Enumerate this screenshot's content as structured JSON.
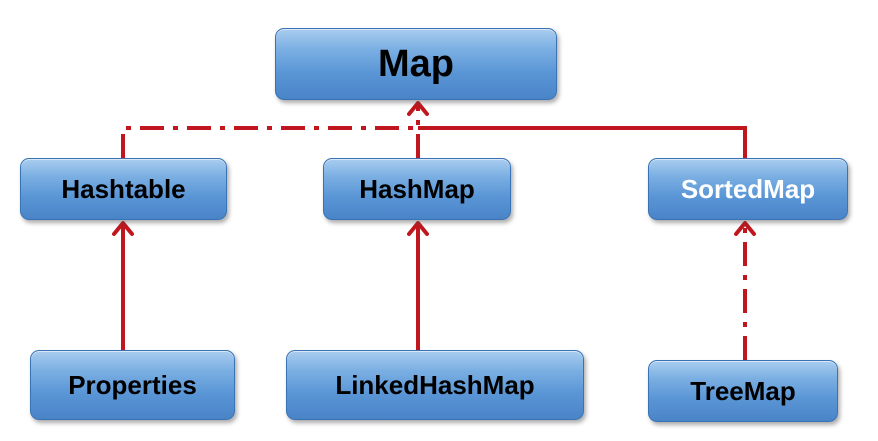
{
  "nodes": {
    "map": "Map",
    "hashtable": "Hashtable",
    "hashmap": "HashMap",
    "sortedmap": "SortedMap",
    "properties": "Properties",
    "linkedhashmap": "LinkedHashMap",
    "treemap": "TreeMap"
  },
  "colors": {
    "connector": "#c0171e",
    "node_fill": "#5a96d6",
    "node_border": "#3a73b4"
  },
  "edges": [
    {
      "from": "hashtable",
      "to": "map",
      "style": "dash-dot"
    },
    {
      "from": "hashmap",
      "to": "map",
      "style": "dash-dot"
    },
    {
      "from": "sortedmap",
      "to": "map",
      "style": "solid"
    },
    {
      "from": "properties",
      "to": "hashtable",
      "style": "solid"
    },
    {
      "from": "linkedhashmap",
      "to": "hashmap",
      "style": "solid"
    },
    {
      "from": "treemap",
      "to": "sortedmap",
      "style": "dash-dot"
    }
  ]
}
